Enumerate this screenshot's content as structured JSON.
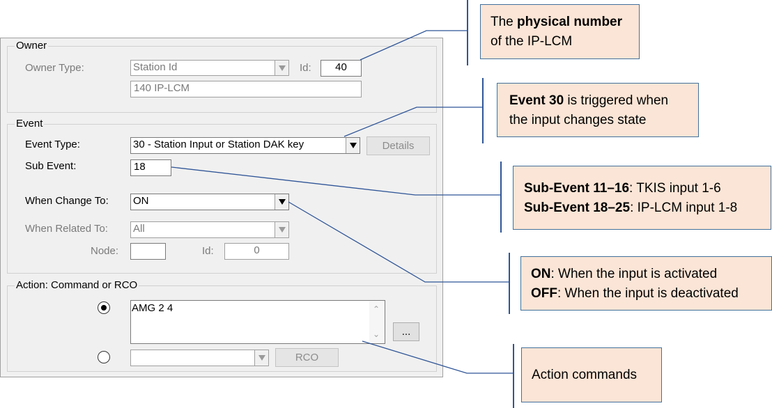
{
  "owner": {
    "title": "Owner",
    "type_label": "Owner Type:",
    "type_value": "Station Id",
    "id_label": "Id:",
    "id_value": "40",
    "name_value": "140 IP-LCM"
  },
  "event": {
    "title": "Event",
    "type_label": "Event Type:",
    "type_value": "30 - Station Input or Station DAK key",
    "details_label": "Details",
    "sub_label": "Sub Event:",
    "sub_value": "18",
    "change_label": "When Change To:",
    "change_value": "ON",
    "related_label": "When Related To:",
    "related_value": "All",
    "node_label": "Node:",
    "node_value": "",
    "id_label": "Id:",
    "id_value": "0"
  },
  "action": {
    "title": "Action: Command or RCO",
    "command_value": "AMG 2 4",
    "ellipsis_label": "...",
    "rco_value": "",
    "rco_label": "RCO"
  },
  "callouts": {
    "physical": {
      "pre": "The ",
      "bold": "physical number",
      "post": "of the IP-LCM"
    },
    "event30": {
      "bold": "Event 30",
      "post": " is triggered when",
      "line2": "the input changes state"
    },
    "subevent": {
      "l1_bold": "Sub-Event 11–16",
      "l1_post": ": TKIS input 1-6",
      "l2_bold": "Sub-Event 18–25",
      "l2_post": ": IP-LCM input 1-8"
    },
    "onoff": {
      "l1_bold": "ON",
      "l1_post": ": When the input is activated",
      "l2_bold": "OFF",
      "l2_post": ": When the input is deactivated"
    },
    "action": {
      "text": "Action commands"
    }
  },
  "colors": {
    "callout_fill": "#fbe5d6",
    "callout_border": "#41719c",
    "connector": "#2f5597",
    "dialog_bg": "#f0f0f0"
  }
}
